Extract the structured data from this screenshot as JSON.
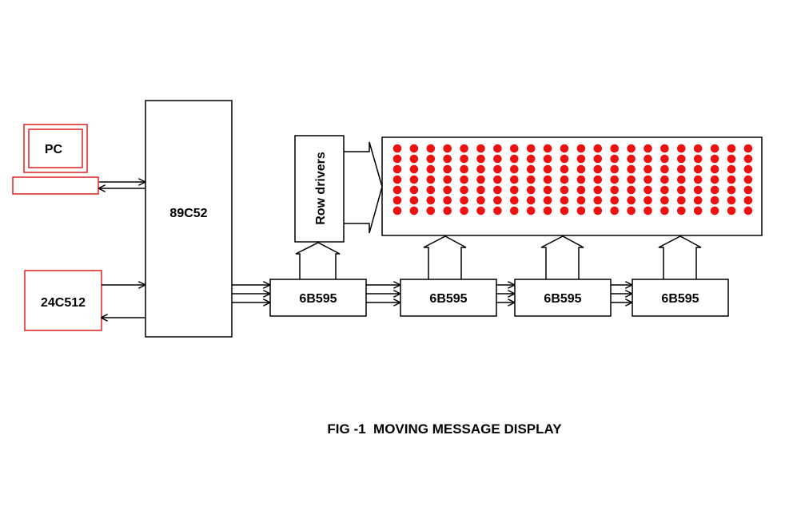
{
  "colors": {
    "pc_outline": "#dd2222",
    "eeprom_outline": "#dd2222",
    "led": "#ee1111",
    "line": "#000000"
  },
  "icons": {
    "pc": "computer-monitor-icon"
  },
  "blocks": {
    "pc": "PC",
    "mcu": "89C52",
    "eeprom": "24C512",
    "row_drivers": "Row drivers",
    "shift_registers": [
      "6B595",
      "6B595",
      "6B595",
      "6B595"
    ]
  },
  "led_matrix": {
    "rows": 7,
    "columns": 22
  },
  "caption": "FIG -1  MOVING MESSAGE DISPLAY"
}
